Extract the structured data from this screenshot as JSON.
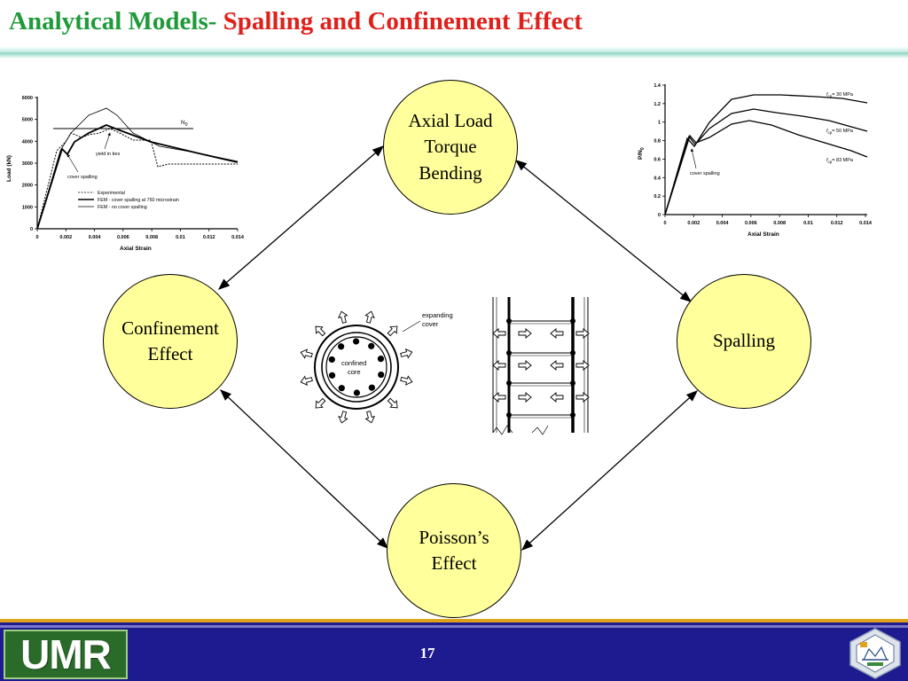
{
  "title": {
    "part1": "Analytical Models-",
    "part2": "Spalling and Confinement Effect"
  },
  "colors": {
    "title_green": "#1f9a3a",
    "title_red": "#e0201b",
    "node_fill": "#ffff9c",
    "footer_blue": "#1d1b8f",
    "footer_gold": "#e0a21a",
    "logo_green": "#2a6b2a"
  },
  "nodes": {
    "axial": {
      "lines": [
        "Axial Load",
        "Torque",
        "Bending"
      ]
    },
    "confinement": {
      "lines": [
        "Confinement",
        "Effect"
      ]
    },
    "spalling": {
      "lines": [
        "Spalling"
      ]
    },
    "poisson": {
      "lines": [
        "Poisson’s",
        "Effect"
      ]
    }
  },
  "left_chart": {
    "ylabel": "Load (kN)",
    "xlabel": "Axial Strain",
    "yticks": [
      "0",
      "1000",
      "2000",
      "3000",
      "4000",
      "5000",
      "6000"
    ],
    "xticks": [
      "0",
      "0.002",
      "0.004",
      "0.006",
      "0.008",
      "0.01",
      "0.012",
      "0.014"
    ],
    "annotation_n0": "N",
    "annotation_n0_sub": "0",
    "annotation_ties": "yield in ties",
    "annotation_cover": "cover spalling",
    "legend": [
      "Experimental",
      "FEM - cover spalling at 750 microstrain",
      "FEM - no cover spalling"
    ]
  },
  "right_chart": {
    "ylabel": "P/N",
    "ylabel_sub": "0",
    "xlabel": "Axial Strain",
    "yticks": [
      "0",
      "0.2",
      "0.4",
      "0.6",
      "0.8",
      "1",
      "1.2",
      "1.4"
    ],
    "xticks": [
      "0",
      "0.002",
      "0.004",
      "0.006",
      "0.008",
      "0.01",
      "0.012",
      "0.014"
    ],
    "annotation_cover": "cover spalling",
    "series_labels": [
      "f",
      "cp",
      "= 30 MPa",
      "= 50 MPa",
      "= 83 MPa"
    ]
  },
  "section_figure": {
    "label_expanding": "expanding",
    "label_cover": "cover",
    "label_confined": "confined",
    "label_core": "core"
  },
  "footer": {
    "logo_text": "UMR",
    "page_number": "17"
  }
}
